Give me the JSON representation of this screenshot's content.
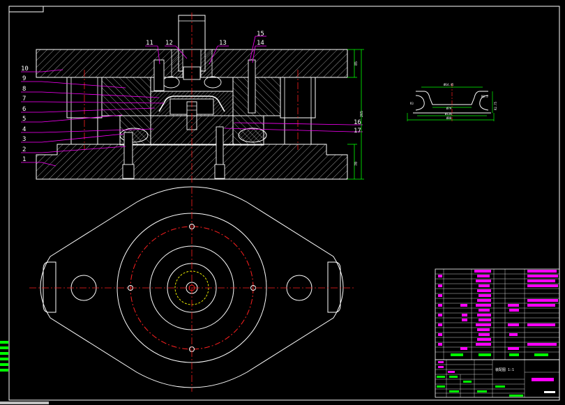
{
  "colors": {
    "background": "#000000",
    "outline": "#ffffff",
    "leader": "#ff00ff",
    "centerline": "#ff2020",
    "dimension": "#00ff00",
    "hidden": "#ffff00",
    "cursor": "#ffffff"
  },
  "part_labels": {
    "p1": "1",
    "p2": "2",
    "p3": "3",
    "p4": "4",
    "p5": "5",
    "p6": "6",
    "p7": "7",
    "p8": "8",
    "p9": "9",
    "p10": "10",
    "p11": "11",
    "p12": "12",
    "p13": "13",
    "p14": "14",
    "p15": "15",
    "p16": "16",
    "p17": "17"
  },
  "dimensions": {
    "height_upper": "85",
    "height_total": "265",
    "height_lower": "70"
  },
  "part_drawing": {
    "top_width": "Ø64.45",
    "inner_width": "Ø79",
    "base_width": "Ø88",
    "outer_width": "Ø126",
    "side_left": "R3",
    "side_right": "R2.75",
    "r_small": "R0.5"
  },
  "title_block": {
    "drawing_title": "装配图 1:1"
  }
}
